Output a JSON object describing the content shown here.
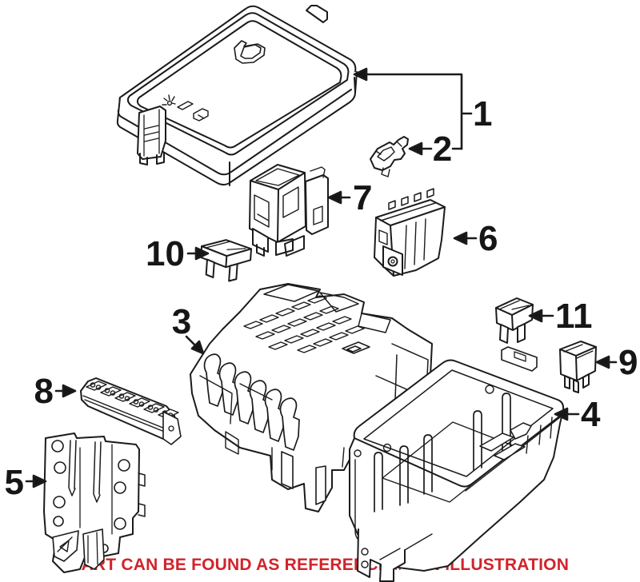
{
  "colors": {
    "background": "#ffffff",
    "line_art": "#1b1b1b",
    "caption_red": "#d1232b"
  },
  "caption": {
    "text": "PART CAN BE FOUND AS REFERENCE # 8 IN ILLUSTRATION"
  },
  "callouts": [
    {
      "ref": "1"
    },
    {
      "ref": "2"
    },
    {
      "ref": "3"
    },
    {
      "ref": "4"
    },
    {
      "ref": "5"
    },
    {
      "ref": "6"
    },
    {
      "ref": "7"
    },
    {
      "ref": "8"
    },
    {
      "ref": "9"
    },
    {
      "ref": "10"
    },
    {
      "ref": "11"
    }
  ]
}
